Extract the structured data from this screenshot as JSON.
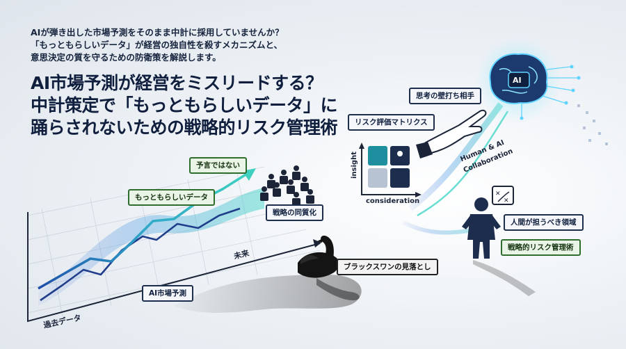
{
  "intro": {
    "line1": "AIが弾き出した市場予測をそのまま中計に採用していませんか？",
    "line2": "「もっともらしいデータ」が経営の独自性を殺すメカニズムと、",
    "line3": "意思決定の質を守るための防衛策を解説します。"
  },
  "title": {
    "line1": "AI市場予測が経営をミスリードする？",
    "line2": "中計策定で「もっともらしいデータ」に",
    "line3": "踊らされないための戦略的リスク管理術"
  },
  "graph": {
    "not_prediction": "予言ではない",
    "plausible_data": "もっともらしいデータ",
    "strategy_homogenization": "戦略の同質化",
    "future": "未来",
    "ai_forecast": "AI市場予測",
    "past_data": "過去データ",
    "black_swan": "ブラックスワンの見落とし"
  },
  "matrix": {
    "title": "リスク評価マトリクス",
    "y_label": "insight",
    "x_label": "consideration"
  },
  "ai": {
    "chip_label": "AI",
    "sparring": "思考の壁打ち相手",
    "collab_line1": "Human & AI",
    "collab_line2": "Collaboration"
  },
  "human": {
    "domain": "人間が担うべき領域",
    "strategic_risk": "戦略的リスク管理術"
  },
  "colors": {
    "navy": "#0f1f3d",
    "green": "#2e6e2c",
    "teal": "#3fc9c4",
    "blue": "#2c73c9"
  }
}
